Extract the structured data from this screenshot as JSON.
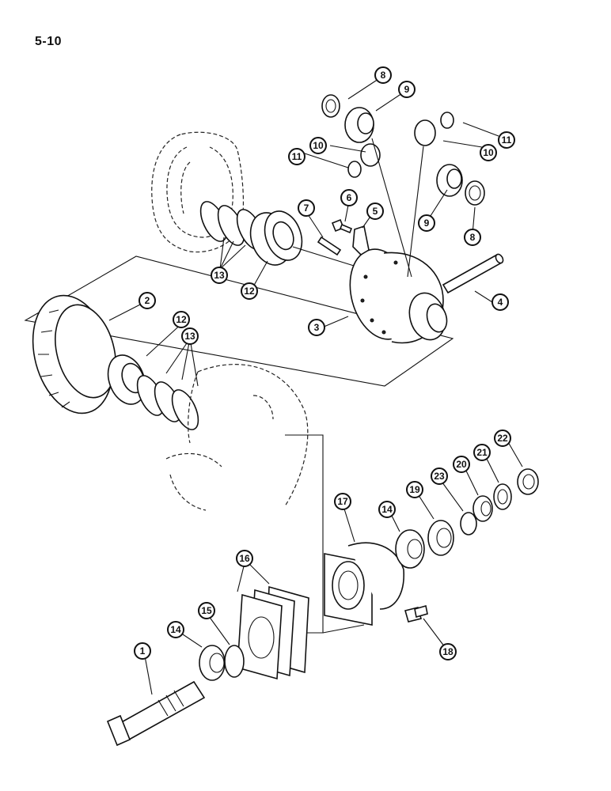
{
  "page": {
    "number": "5-10"
  },
  "callouts": [
    "1",
    "2",
    "3",
    "4",
    "5",
    "6",
    "7",
    "8",
    "9",
    "10",
    "11",
    "12",
    "13",
    "14",
    "15",
    "16",
    "17",
    "18",
    "19",
    "20",
    "21",
    "22",
    "23"
  ],
  "colors": {
    "ink": "#111111",
    "paper": "#ffffff"
  }
}
